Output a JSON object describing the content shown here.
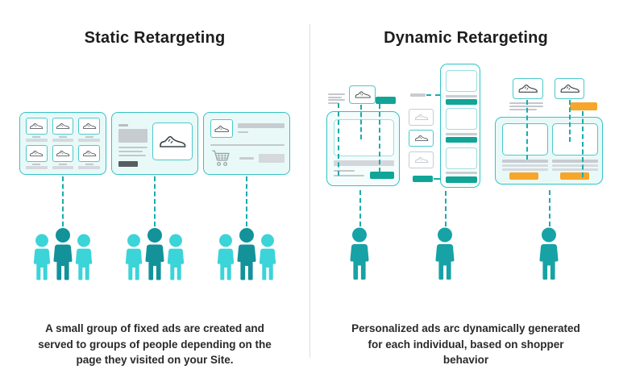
{
  "infographic": {
    "left": {
      "title": "Static Retargeting",
      "caption": "A small group of fixed ads are created and served to groups of people depending on the page they visited on your Site."
    },
    "right": {
      "title": "Dynamic Retargeting",
      "caption": "Personalized ads arc dynamically generated for each individual, based on shopper behavior"
    }
  },
  "icons": {
    "shoe": "sneaker-outline",
    "cart": "shopping-cart-outline",
    "person": "person-silhouette",
    "person_group": "three-person-audience-group"
  },
  "colors": {
    "accent": "#33c3c6",
    "accent2": "#4cc9cc",
    "accent_soft": "#9adfe0",
    "mint": "#e9f9f8",
    "teal_fill": "#10a597",
    "dash": "#1aabab",
    "cyan_person": "#3bd4d8",
    "dark_person": "#13929a",
    "single_person": "#17a2a6",
    "orange": "#f6a62b",
    "gray_bar": "#c7ccd1",
    "divider": "#dddfe1",
    "text": "#212121"
  }
}
